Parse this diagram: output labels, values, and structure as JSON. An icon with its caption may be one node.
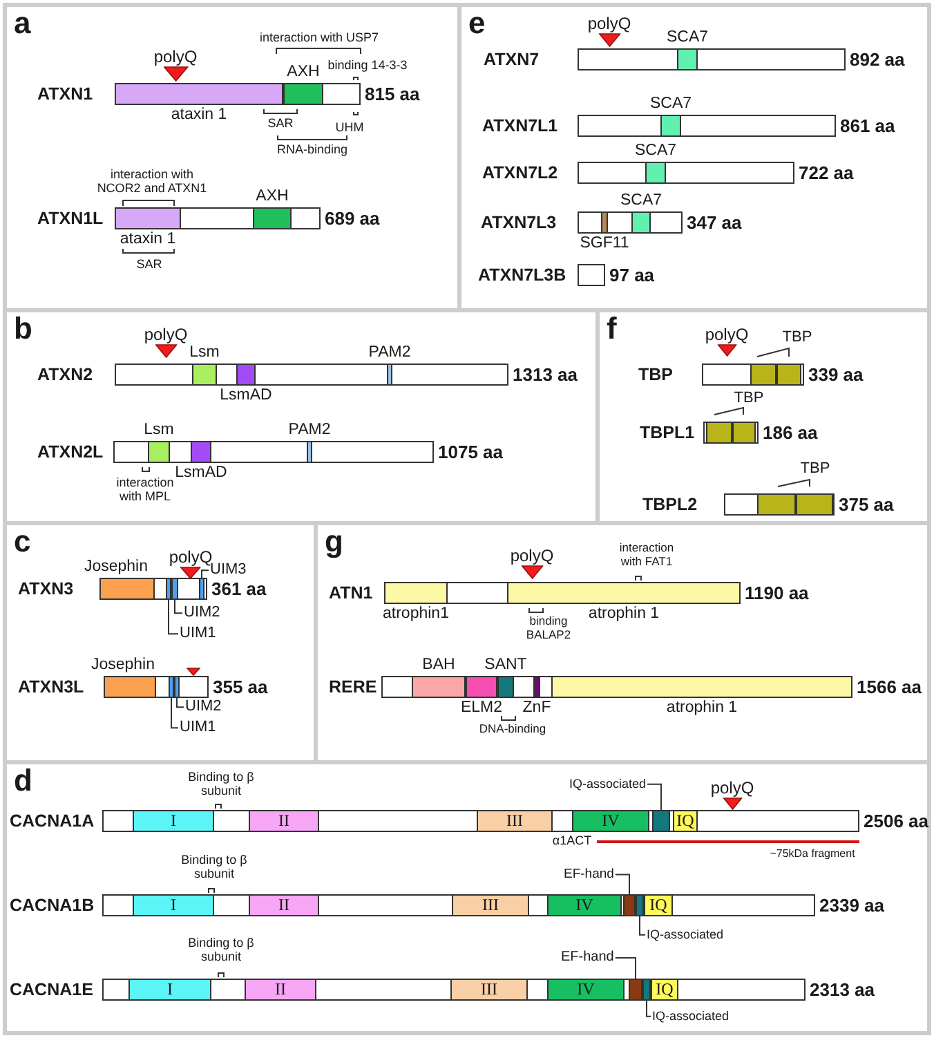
{
  "diagram": {
    "nodes": [
      {
        "text": [
          "a"
        ]
      },
      {
        "text": [
          "ATXN1"
        ],
        "in": 0,
        "beside": [
          "815 aa"
        ]
      },
      {
        "text": [
          "ataxin 1"
        ],
        "in": 1
      },
      {
        "text": [
          "AXH"
        ],
        "in": 1
      },
      {
        "text": [
          "polyQ"
        ],
        "in": 0
      },
      {
        "text": [
          "ATXN1L"
        ],
        "in": 0,
        "beside": [
          "689 aa"
        ]
      },
      {
        "text": [
          "ataxin 1"
        ],
        "in": 5
      },
      {
        "text": [
          "AXH"
        ],
        "in": 5
      },
      {
        "text": [
          "e"
        ]
      },
      {
        "text": [
          "ATXN7"
        ],
        "in": 8,
        "beside": [
          "892 aa"
        ]
      },
      {
        "text": [
          "SCA7"
        ],
        "in": 9
      },
      {
        "text": [
          "polyQ"
        ],
        "in": 8
      },
      {
        "text": [
          "ATXN7L1"
        ],
        "in": 8,
        "beside": [
          "861 aa"
        ]
      },
      {
        "text": [
          "SCA7"
        ],
        "in": 12
      },
      {
        "text": [
          "ATXN7L2"
        ],
        "in": 8,
        "beside": [
          "722 aa"
        ]
      },
      {
        "text": [
          "SCA7"
        ],
        "in": 14
      },
      {
        "text": [
          "ATXN7L3"
        ],
        "in": 8,
        "beside": [
          "347 aa"
        ]
      },
      {
        "text": [
          "SGF11"
        ],
        "in": 16
      },
      {
        "text": [
          "SCA7"
        ],
        "in": 16
      },
      {
        "text": [
          "ATXN7L3B"
        ],
        "in": 8,
        "beside": [
          "97 aa"
        ]
      },
      {
        "text": [
          "b"
        ]
      },
      {
        "text": [
          "polyQ"
        ],
        "in": 20
      },
      {
        "text": [
          "ATXN2"
        ],
        "in": 20,
        "beside": [
          "1313 aa"
        ]
      },
      {
        "text": [
          "Lsm"
        ],
        "in": 22
      },
      {
        "text": [
          "LsmAD"
        ],
        "in": 22
      },
      {
        "text": [
          "PAM2"
        ],
        "in": 22
      },
      {
        "text": [
          "ATXN2L"
        ],
        "in": 20,
        "beside": [
          "1075 aa"
        ]
      },
      {
        "text": [
          "Lsm"
        ],
        "in": 26
      },
      {
        "text": [
          "LsmAD"
        ],
        "in": 26
      },
      {
        "text": [
          "PAM2"
        ],
        "in": 26
      },
      {
        "text": [
          "f"
        ]
      },
      {
        "text": [
          "polyQ"
        ],
        "in": 30
      },
      {
        "text": [
          "TBP"
        ],
        "in": 30,
        "beside": [
          "339 aa"
        ]
      },
      {
        "text": [],
        "shape": "bar",
        "in": 32
      },
      {
        "text": [],
        "shape": "bar",
        "in": 32
      },
      {
        "text": [
          "TBPL1"
        ],
        "in": 30,
        "beside": [
          "186 aa"
        ]
      },
      {
        "text": [],
        "shape": "bar",
        "in": 35
      },
      {
        "text": [],
        "shape": "bar",
        "in": 35
      },
      {
        "text": [
          "TBPL2"
        ],
        "in": 30,
        "beside": [
          "375 aa"
        ]
      },
      {
        "text": [],
        "shape": "bar",
        "in": 38
      },
      {
        "text": [],
        "shape": "bar",
        "in": 38
      },
      {
        "text": [
          "c"
        ]
      },
      {
        "text": [
          "polyQ"
        ],
        "in": 41
      },
      {
        "text": [
          "ATXN3"
        ],
        "in": 41,
        "beside": [
          "361 aa"
        ]
      },
      {
        "text": [
          "Josephin"
        ],
        "in": 43
      },
      {
        "text": [],
        "shape": "bar",
        "in": 43
      },
      {
        "text": [],
        "shape": "bar",
        "in": 43
      },
      {
        "text": [],
        "shape": "bar",
        "in": 43
      },
      {
        "text": [
          "UIM3"
        ],
        "in": 41
      },
      {
        "text": [
          "UIM2"
        ],
        "in": 41
      },
      {
        "text": [
          "UIM1"
        ],
        "in": 41
      },
      {
        "text": [
          "ATXN3L"
        ],
        "in": 41,
        "beside": [
          "355 aa"
        ]
      },
      {
        "text": [
          "Josephin"
        ],
        "in": 51
      },
      {
        "text": [],
        "shape": "bar",
        "in": 51
      },
      {
        "text": [],
        "shape": "bar",
        "in": 51
      },
      {
        "text": [],
        "shape": "triangle",
        "in": 41
      },
      {
        "text": [
          "UIM2"
        ],
        "in": 41
      },
      {
        "text": [
          "UIM1"
        ],
        "in": 41
      },
      {
        "text": [
          "g"
        ]
      },
      {
        "text": [
          "polyQ"
        ],
        "in": 58
      },
      {
        "text": [
          "ATN1"
        ],
        "in": 58,
        "beside": [
          "1190 aa"
        ]
      },
      {
        "text": [
          "atrophin1"
        ],
        "in": 60
      },
      {
        "text": [
          "atrophin 1"
        ],
        "in": 60
      },
      {
        "text": [
          "RERE"
        ],
        "in": 58,
        "beside": [
          "1566 aa"
        ]
      },
      {
        "text": [
          "BAH"
        ],
        "in": 63
      },
      {
        "text": [
          "ELM2"
        ],
        "in": 63
      },
      {
        "text": [
          "SANT"
        ],
        "in": 63
      },
      {
        "text": [
          "ZnF"
        ],
        "in": 63
      },
      {
        "text": [
          "atrophin 1"
        ],
        "in": 63
      },
      {
        "text": [
          "d"
        ]
      },
      {
        "text": [
          "polyQ"
        ],
        "in": 69
      },
      {
        "text": [
          "CACNA1A"
        ],
        "in": 69,
        "beside": [
          "2506 aa"
        ]
      },
      {
        "text": [
          "I"
        ],
        "in": 71
      },
      {
        "text": [
          "II"
        ],
        "in": 71
      },
      {
        "text": [
          "III"
        ],
        "in": 71
      },
      {
        "text": [
          "IV"
        ],
        "in": 71
      },
      {
        "text": [],
        "shape": "bar",
        "in": 71
      },
      {
        "text": [
          "IQ"
        ],
        "in": 71
      },
      {
        "text": [
          "IQ-associated"
        ],
        "in": 69
      },
      {
        "text": [
          "CACNA1B"
        ],
        "in": 69,
        "beside": [
          "2339 aa"
        ]
      },
      {
        "text": [
          "I"
        ],
        "in": 79
      },
      {
        "text": [
          "II"
        ],
        "in": 79
      },
      {
        "text": [
          "III"
        ],
        "in": 79
      },
      {
        "text": [
          "IV"
        ],
        "in": 79
      },
      {
        "text": [],
        "shape": "bar",
        "in": 79
      },
      {
        "text": [],
        "shape": "bar",
        "in": 79
      },
      {
        "text": [
          "IQ"
        ],
        "in": 79
      },
      {
        "text": [
          "EF-hand"
        ],
        "in": 69
      },
      {
        "text": [
          "IQ-associated"
        ],
        "in": 69
      },
      {
        "text": [
          "CACNA1E"
        ],
        "in": 69,
        "beside": [
          "2313 aa"
        ]
      },
      {
        "text": [
          "I"
        ],
        "in": 89
      },
      {
        "text": [
          "II"
        ],
        "in": 89
      },
      {
        "text": [
          "III"
        ],
        "in": 89
      },
      {
        "text": [
          "IV"
        ],
        "in": 89
      },
      {
        "text": [],
        "shape": "bar",
        "in": 89
      },
      {
        "text": [],
        "shape": "bar",
        "in": 89
      },
      {
        "text": [
          "IQ"
        ],
        "in": 89
      },
      {
        "text": [
          "EF-hand"
        ],
        "in": 69
      },
      {
        "text": [
          "IQ-associated"
        ],
        "in": 69
      }
    ],
    "edges": [
      {
        "from": 48,
        "to": 47,
        "arrow": "none"
      },
      {
        "from": 49,
        "to": 46,
        "arrow": "none"
      },
      {
        "from": 50,
        "to": 45,
        "arrow": "none"
      },
      {
        "from": 56,
        "to": 54,
        "arrow": "none"
      },
      {
        "from": 57,
        "to": 53,
        "arrow": "none"
      },
      {
        "from": 78,
        "to": 76,
        "arrow": "none"
      },
      {
        "from": 87,
        "to": 84,
        "arrow": "none"
      },
      {
        "from": 88,
        "to": 85,
        "arrow": "none"
      },
      {
        "from": 97,
        "to": 94,
        "arrow": "none"
      },
      {
        "from": 98,
        "to": 95,
        "arrow": "none"
      }
    ],
    "labels": [
      "interaction with USP7",
      "binding 14-3-3",
      "SAR",
      "UHM",
      "RNA-binding",
      "interaction with NCOR2 and ATXN1",
      "SAR",
      "interaction with MPL",
      "TBP",
      "TBP",
      "TBP",
      "binding BALAP2",
      "interaction with FAT1",
      "DNA-binding",
      "Binding to β subunit",
      "α1ACT",
      "~75kDa fragment",
      "Binding to β subunit",
      "Binding to β subunit"
    ]
  }
}
